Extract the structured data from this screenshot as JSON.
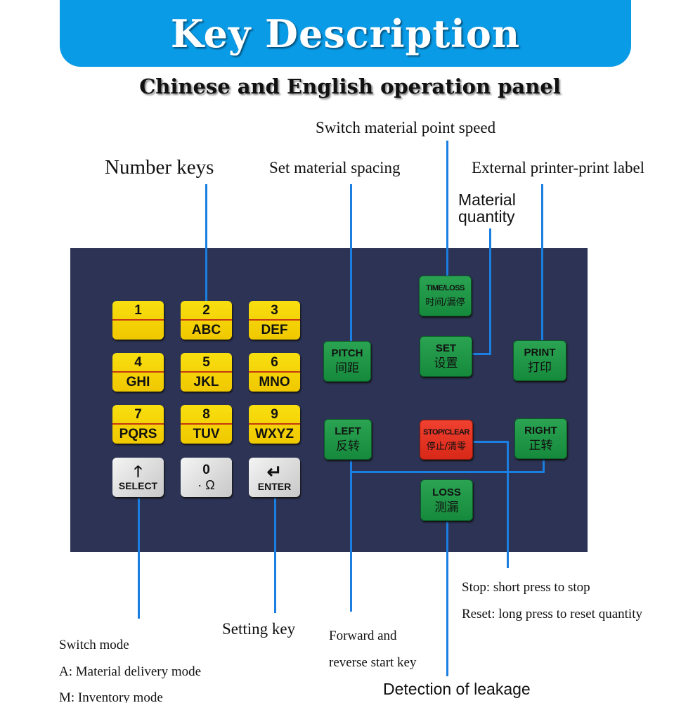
{
  "header": {
    "title": "Key Description",
    "subtitle": "Chinese and English operation panel"
  },
  "annotations": {
    "number_keys": "Number keys",
    "set_material_spacing": "Set material spacing",
    "switch_point_speed": "Switch material point speed",
    "external_printer": "External printer-print label",
    "material_quantity": [
      "Material",
      "quantity"
    ],
    "stop_reset": [
      "Stop: short press to stop",
      "Reset: long press to reset quantity"
    ],
    "switch_mode": [
      "Switch mode",
      "A: Material delivery mode",
      "M: Inventory mode"
    ],
    "setting_key": "Setting key",
    "forward_reverse": [
      "Forward and",
      "reverse start key"
    ],
    "detection_leakage": "Detection of leakage"
  },
  "keypad": [
    {
      "num": "1",
      "letters": ""
    },
    {
      "num": "2",
      "letters": "ABC"
    },
    {
      "num": "3",
      "letters": "DEF"
    },
    {
      "num": "4",
      "letters": "GHI"
    },
    {
      "num": "5",
      "letters": "JKL"
    },
    {
      "num": "6",
      "letters": "MNO"
    },
    {
      "num": "7",
      "letters": "PQRS"
    },
    {
      "num": "8",
      "letters": "TUV"
    },
    {
      "num": "9",
      "letters": "WXYZ"
    }
  ],
  "special_keys": {
    "select": {
      "symbol": "🡑",
      "label": "SELECT"
    },
    "zero": {
      "symbol": "0",
      "label": "·  Ω"
    },
    "enter": {
      "symbol": "↵",
      "label": "ENTER"
    }
  },
  "function_keys": {
    "time_loss": {
      "en": "TIME/LOSS",
      "cn": "时间/漏停"
    },
    "pitch": {
      "en": "PITCH",
      "cn": "间距"
    },
    "set": {
      "en": "SET",
      "cn": "设置"
    },
    "print": {
      "en": "PRINT",
      "cn": "打印"
    },
    "left": {
      "en": "LEFT",
      "cn": "反转"
    },
    "stop_clear": {
      "en": "STOP/CLEAR",
      "cn": "停止/清零"
    },
    "right": {
      "en": "RIGHT",
      "cn": "正转"
    },
    "loss": {
      "en": "LOSS",
      "cn": "测漏"
    }
  },
  "colors": {
    "banner": "#0a9be6",
    "panel": "#2c3354",
    "line": "#1a7fe0",
    "green_key": "#1f9646",
    "red_key": "#e23424",
    "yellow_key": "#f5d800"
  }
}
